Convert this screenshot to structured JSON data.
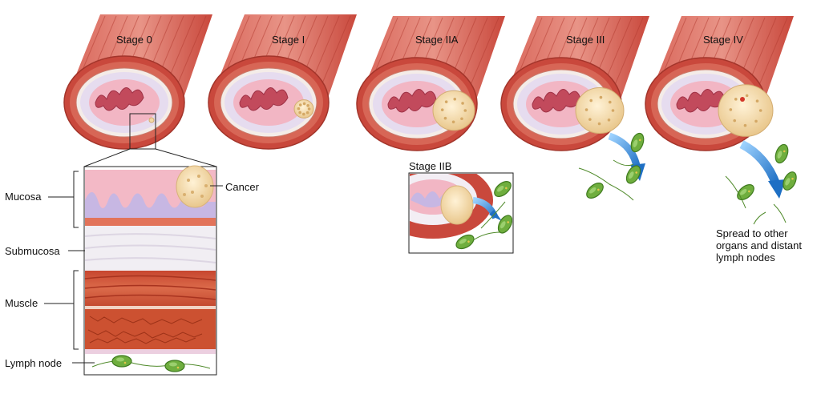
{
  "stages": [
    {
      "label": "Stage 0"
    },
    {
      "label": "Stage I"
    },
    {
      "label": "Stage IIA"
    },
    {
      "label": "Stage III"
    },
    {
      "label": "Stage IV"
    }
  ],
  "inset": {
    "label": "Stage IIB"
  },
  "layers": {
    "mucosa": "Mucosa",
    "submucosa": "Submucosa",
    "muscle": "Muscle",
    "lymph_node": "Lymph node",
    "cancer": "Cancer"
  },
  "note": "Spread to other organs and distant lymph nodes",
  "colors": {
    "muscle": "#c2453a",
    "muscle_light": "#e2877a",
    "mucosa": "#f2b6c4",
    "submucosa": "#f3f0f5",
    "tumor": "#f3d8a6",
    "lymph": "#6fae3e",
    "arrow": "#2f8fd9"
  }
}
